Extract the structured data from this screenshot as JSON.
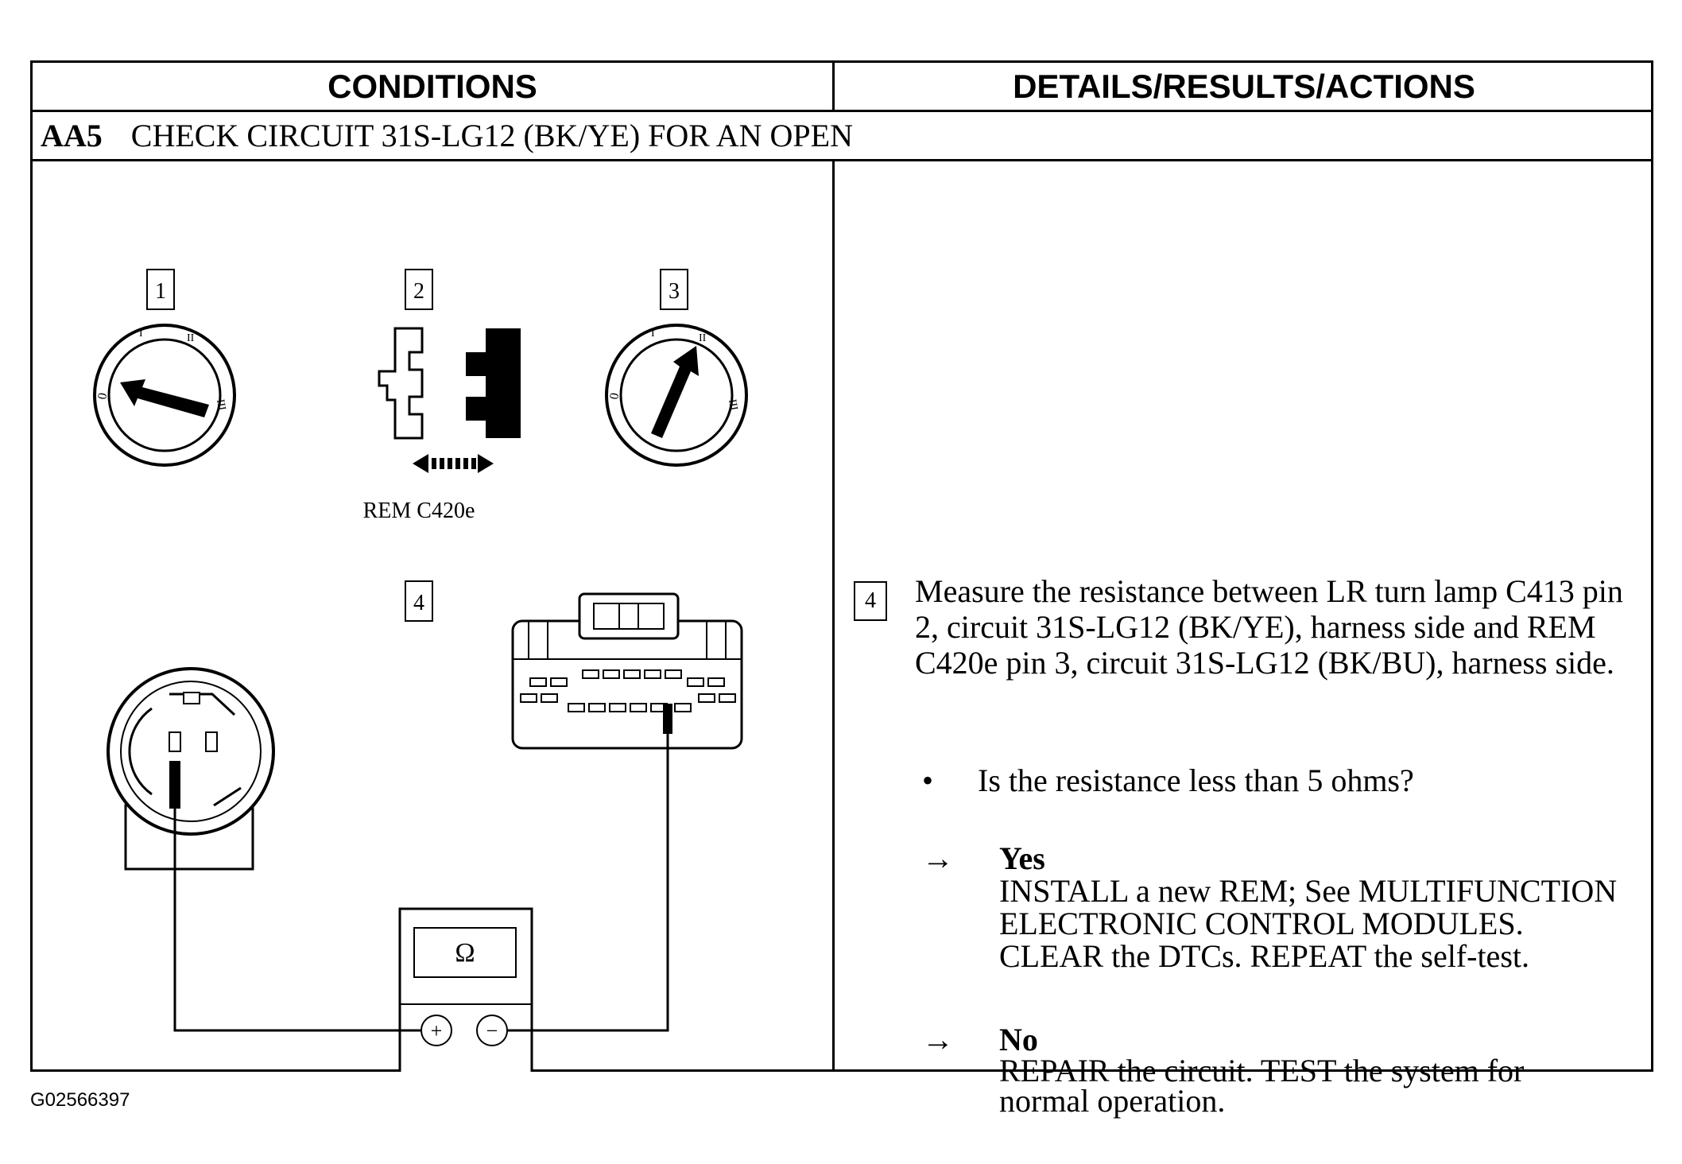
{
  "header": {
    "conditions": "CONDITIONS",
    "details": "DETAILS/RESULTS/ACTIONS"
  },
  "step": {
    "code": "AA5",
    "title": "CHECK CIRCUIT 31S-LG12 (BK/YE) FOR AN OPEN"
  },
  "diagram": {
    "callouts": [
      "1",
      "2",
      "3",
      "4"
    ],
    "connector_label": "REM C420e",
    "switch_positions": [
      "0",
      "I",
      "II",
      "III"
    ],
    "meter_symbol": "Ω",
    "meter_plus": "+",
    "meter_minus": "−",
    "icons": [
      "ignition-switch-off-icon",
      "connector-disconnect-icon",
      "ignition-switch-run-icon",
      "lamp-socket-icon",
      "multi-pin-connector-icon",
      "ohmmeter-icon"
    ]
  },
  "details": {
    "step_number": "4",
    "instruction": "Measure the resistance between LR turn lamp C413 pin 2, circuit 31S-LG12 (BK/YE), harness side and REM C420e pin 3, circuit 31S-LG12 (BK/BU), harness side.",
    "bullet_symbol": "•",
    "question": "Is the resistance less than 5 ohms?",
    "arrow_symbol": "→",
    "yes_label": "Yes",
    "yes_lines": [
      "INSTALL  a new REM; See MULTIFUNCTION",
      "ELECTRONIC CONTROL MODULES.",
      "CLEAR the DTCs. REPEAT the self-test."
    ],
    "no_label": "No",
    "no_lines": [
      "REPAIR the circuit. TEST the system for",
      "normal operation."
    ]
  },
  "figure_id": "G02566397"
}
